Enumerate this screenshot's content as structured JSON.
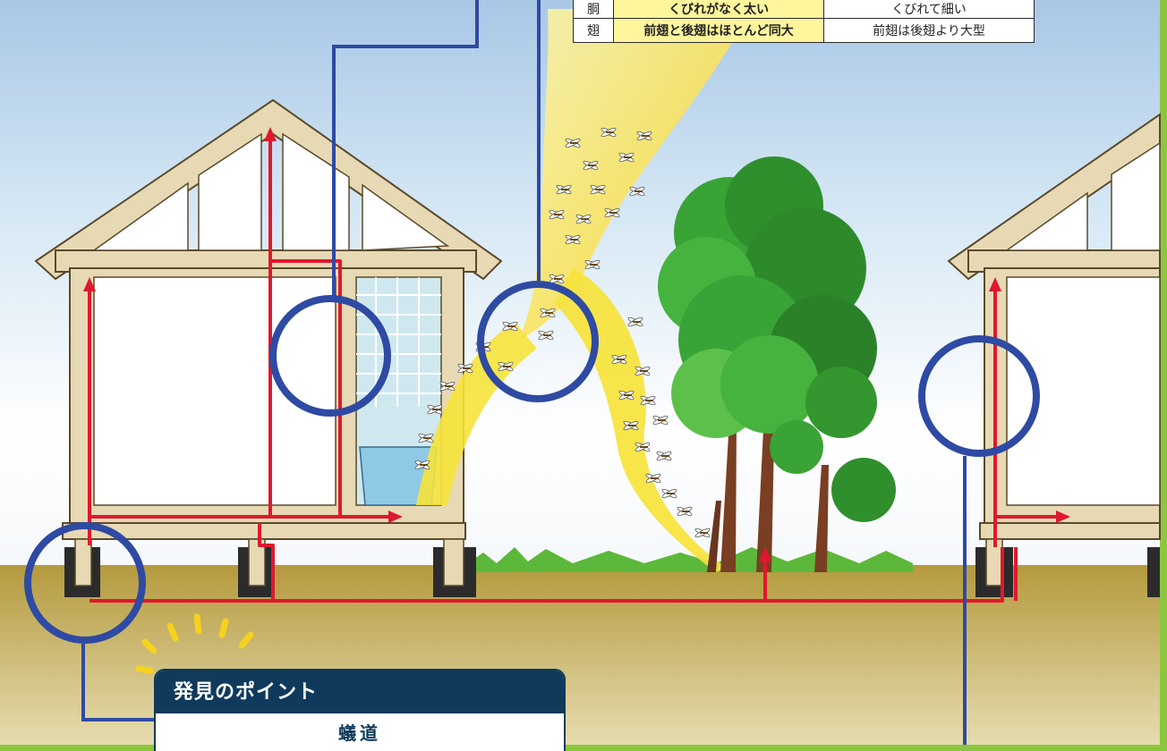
{
  "comparison_table": {
    "rows": [
      {
        "header": "胴",
        "col1": "くびれがなく太い",
        "col2": "くびれて細い"
      },
      {
        "header": "翅",
        "col1": "前翅と後翅はほとんど同大",
        "col2": "前翅は後翅より大型"
      }
    ]
  },
  "point_panel": {
    "title": "発見のポイント",
    "subtitle": "蟻道"
  },
  "colors": {
    "sky_top": "#aac8e6",
    "ground": "#b8a04a",
    "route_red": "#e0182d",
    "marker_blue": "#2e4aa3",
    "house_frame": "#e8d9b5",
    "swarm_yellow": "#f6e33a",
    "tree_green": "#39a935",
    "panel_navy": "#0f3a5c"
  },
  "icons": [
    "magnifier-circle-icon",
    "winged-termite-icon",
    "tree-icon",
    "house-icon",
    "sunburst-icon"
  ]
}
